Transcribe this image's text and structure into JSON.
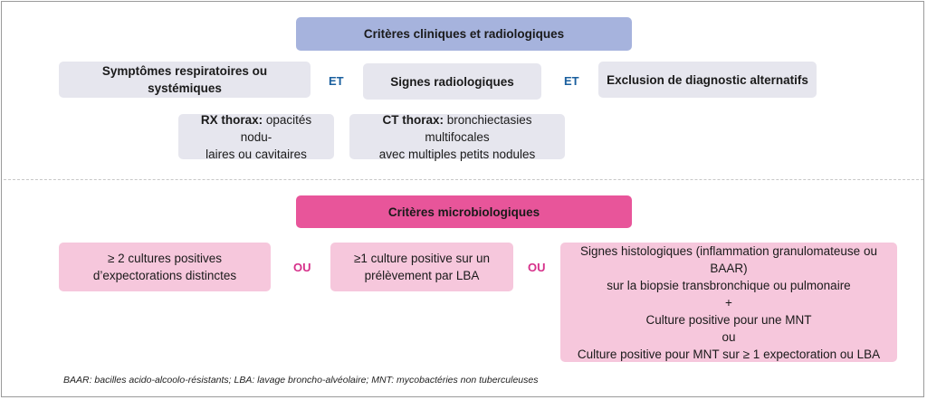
{
  "clinical": {
    "header": "Critères cliniques et radiologiques",
    "symptoms": "Symptômes respiratoires ou systémiques",
    "connector1": "ET",
    "signs": "Signes radiologiques",
    "connector2": "ET",
    "exclusion": "Exclusion de diagnostic alternatifs",
    "rx_label": "RX thorax:",
    "rx_text": " opacités nodu-\nlaires ou cavitaires",
    "ct_label": "CT thorax:",
    "ct_text": " bronchiectasies multifocales\navec multiples petits nodules"
  },
  "micro": {
    "header": "Critères microbiologiques",
    "option1": "≥ 2 cultures positives\nd’expectorations distinctes",
    "connector1": "OU",
    "option2": "≥1 culture positive sur un\nprélèvement par LBA",
    "connector2": "OU",
    "option3": "Signes histologiques (inflammation granulomateuse ou BAAR)\nsur la biopsie transbronchique ou pulmonaire\n+\nCulture positive pour une MNT\nou\nCulture positive pour MNT sur ≥ 1 expectoration ou LBA"
  },
  "footnote": "BAAR: bacilles acido-alcoolo-résistants; LBA: lavage broncho-alvéolaire; MNT: mycobactéries non tuberculeuses"
}
